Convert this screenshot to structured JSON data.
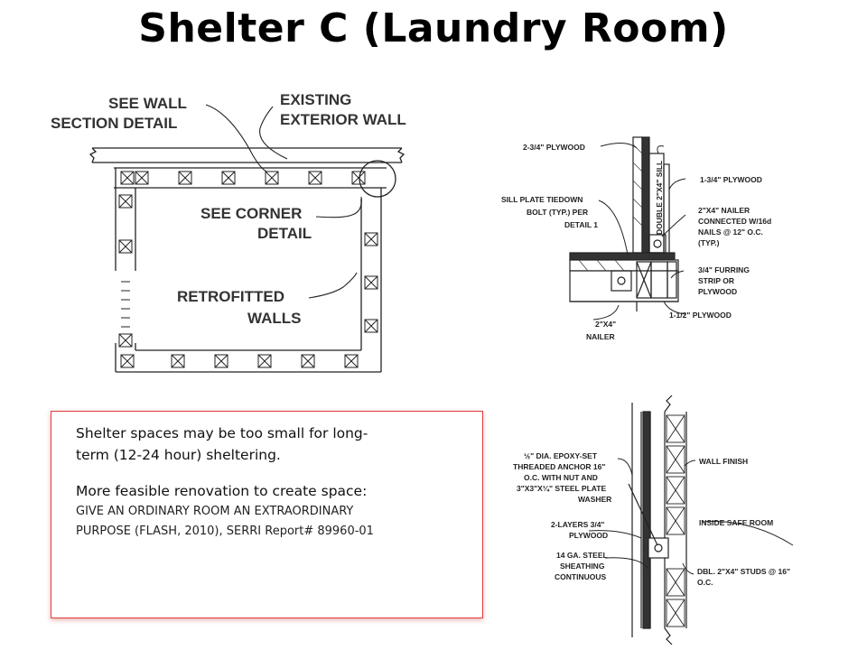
{
  "slide": {
    "title": "Shelter C (Laundry Room)"
  },
  "plan": {
    "see_wall": [
      "SEE  WALL",
      "SECTION DETAIL"
    ],
    "existing_wall": [
      "EXISTING",
      "EXTERIOR WALL"
    ],
    "see_corner": [
      "SEE CORNER",
      "DETAIL"
    ],
    "retrofitted": [
      "RETROFITTED",
      "WALLS"
    ]
  },
  "corner": {
    "plywood_23": "2-3/4\" PLYWOOD",
    "plywood_134": "1-3/4\" PLYWOOD",
    "sill_plate": [
      "SILL PLATE TIEDOWN",
      "BOLT (TYP.) PER",
      "DETAIL 1"
    ],
    "nailer_note": [
      "2\"X4\" NAILER",
      "CONNECTED W/16d",
      "NAILS @ 12\" O.C.",
      "(TYP.)"
    ],
    "furring": [
      "3/4\" FURRING",
      "STRIP OR",
      "PLYWOOD"
    ],
    "plywood_112": "1-1/2\" PLYWOOD",
    "nailer_bottom": [
      "2\"X4\"",
      "NAILER"
    ],
    "double_sill": "DOUBLE 2\"X4\" SILL"
  },
  "section": {
    "anchor": [
      "½\" DIA. EPOXY-SET",
      "THREADED ANCHOR 16\"",
      "O.C. WITH NUT AND",
      "3\"X3\"X¼\" STEEL PLATE",
      "WASHER"
    ],
    "wall_finish": "WALL FINISH",
    "layers": [
      "2-LAYERS 3/4\"",
      "PLYWOOD"
    ],
    "inside": "INSIDE SAFE ROOM",
    "steel": [
      "14 GA. STEEL",
      "SHEATHING",
      "CONTINUOUS"
    ],
    "studs": [
      "DBL. 2\"X4\" STUDS @ 16\"",
      "O.C."
    ]
  },
  "note": {
    "line1": "Shelter spaces may be too small for long-",
    "line2": "term (12-24 hour) sheltering.",
    "line3": "More feasible renovation to create space:",
    "ref1": "GIVE AN ORDINARY ROOM AN EXTRAORDINARY",
    "ref2": "PURPOSE (FLASH, 2010), SERRI Report# 89960-01"
  }
}
